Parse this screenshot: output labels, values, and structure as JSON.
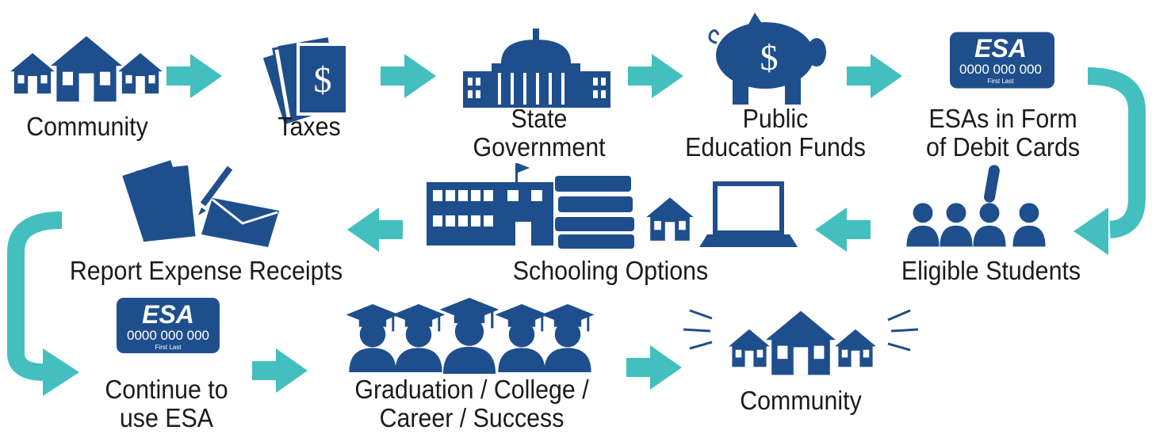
{
  "colors": {
    "icon": "#1f4e8c",
    "arrow": "#43bfbf",
    "text": "#1b1b1b"
  },
  "nodes": {
    "community_start": {
      "icon": "houses-icon",
      "label": [
        "Community"
      ]
    },
    "taxes": {
      "icon": "money-icon",
      "label": [
        "Taxes"
      ]
    },
    "state_government": {
      "icon": "capitol-building-icon",
      "label": [
        "State",
        "Government"
      ]
    },
    "public_education_funds": {
      "icon": "piggy-bank-icon",
      "label": [
        "Public",
        "Education Funds"
      ]
    },
    "esa_cards": {
      "icon": "esa-card-icon",
      "label": [
        "ESAs in Form",
        "of Debit Cards"
      ]
    },
    "eligible_students": {
      "icon": "students-icon",
      "label": [
        "Eligible Students"
      ]
    },
    "schooling_options": {
      "icon": "school-books-home-laptop-icon",
      "label": [
        "Schooling Options"
      ]
    },
    "report_receipts": {
      "icon": "document-envelope-icon",
      "label": [
        "Report Expense Receipts"
      ]
    },
    "continue_esa": {
      "icon": "esa-card-icon",
      "label": [
        "Continue to",
        "use ESA"
      ]
    },
    "graduation": {
      "icon": "graduates-icon",
      "label": [
        "Graduation / College /",
        "Career / Success"
      ]
    },
    "community_end": {
      "icon": "houses-radiating-icon",
      "label": [
        "Community"
      ]
    }
  },
  "card": {
    "title": "ESA",
    "number": "0000 000 000",
    "name": "First Last"
  },
  "money_symbol": "$"
}
